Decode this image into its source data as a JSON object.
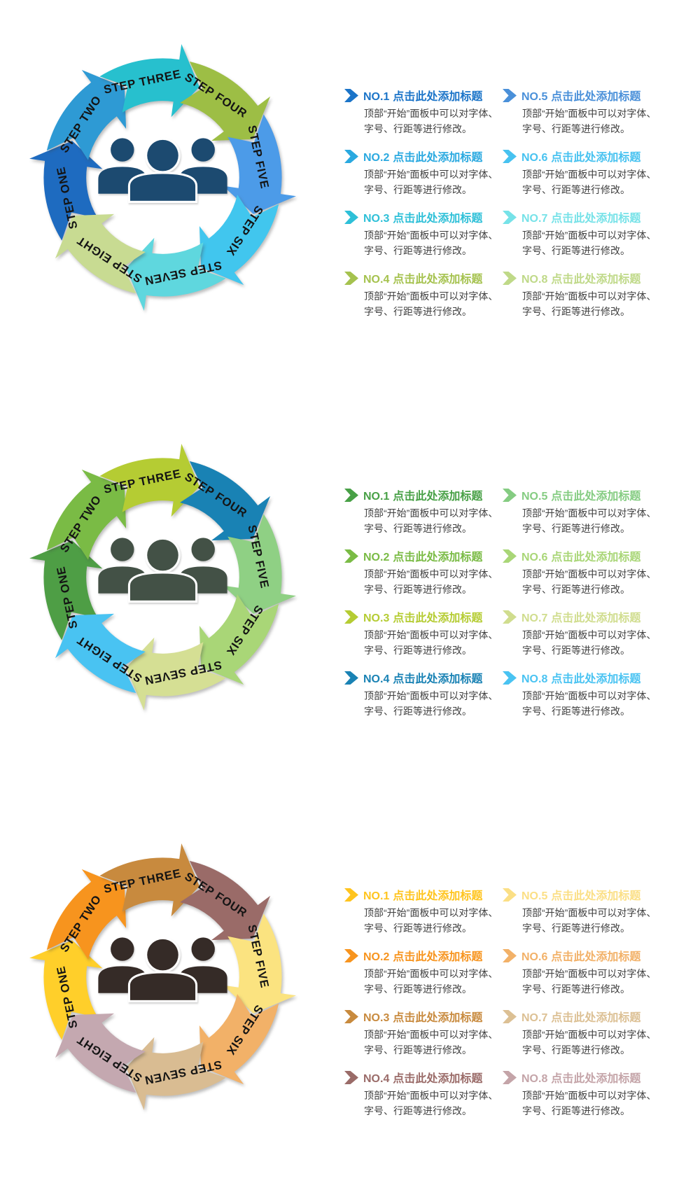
{
  "page": {
    "background": "#ffffff"
  },
  "shared": {
    "step_labels": [
      "STEP ONE",
      "STEP TWO",
      "STEP THREE",
      "STEP FOUR",
      "STEP FIVE",
      "STEP SIX",
      "STEP SEVEN",
      "STEP EIGHT"
    ],
    "item_title_suffix": "点击此处添加标题",
    "item_body_line1": "顶部“开始”面板中可以对字体、",
    "item_body_line2": "字号、行距等进行修改。",
    "step_label_color": "#141414",
    "body_text_color": "#3f3f3f"
  },
  "sections": [
    {
      "id": "cycle-blue",
      "icon_color": "#1c4a70",
      "arrow_colors": [
        "#1e6bc0",
        "#2e9ad4",
        "#27c0ce",
        "#9dbe45",
        "#4c9be8",
        "#41c6ee",
        "#5fd7de",
        "#c8db92"
      ],
      "items": [
        {
          "no": "NO.1",
          "color": "#1b74c8"
        },
        {
          "no": "NO.2",
          "color": "#2aa9e0"
        },
        {
          "no": "NO.3",
          "color": "#2ec0d8"
        },
        {
          "no": "NO.4",
          "color": "#a5c24e"
        },
        {
          "no": "NO.5",
          "color": "#4a90d9"
        },
        {
          "no": "NO.6",
          "color": "#47c2f0"
        },
        {
          "no": "NO.7",
          "color": "#76e2e8"
        },
        {
          "no": "NO.8",
          "color": "#bfd988"
        }
      ]
    },
    {
      "id": "cycle-green",
      "icon_color": "#435146",
      "arrow_colors": [
        "#4e9e45",
        "#7abb45",
        "#b5cc33",
        "#1982b4",
        "#8fd084",
        "#a9d677",
        "#d5df94",
        "#49c3f2"
      ],
      "items": [
        {
          "no": "NO.1",
          "color": "#48a046"
        },
        {
          "no": "NO.2",
          "color": "#7abb45"
        },
        {
          "no": "NO.3",
          "color": "#b5cc33"
        },
        {
          "no": "NO.4",
          "color": "#1982b4"
        },
        {
          "no": "NO.5",
          "color": "#85cc82"
        },
        {
          "no": "NO.6",
          "color": "#a9d677"
        },
        {
          "no": "NO.7",
          "color": "#d0dd8e"
        },
        {
          "no": "NO.8",
          "color": "#49c3f2"
        }
      ]
    },
    {
      "id": "cycle-orange",
      "icon_color": "#352b27",
      "arrow_colors": [
        "#ffcf2a",
        "#f7941e",
        "#c88a3e",
        "#9a6b68",
        "#fbe380",
        "#f2b168",
        "#d9bc92",
        "#c4a8b0"
      ],
      "items": [
        {
          "no": "NO.1",
          "color": "#ffc41e"
        },
        {
          "no": "NO.2",
          "color": "#f7941e"
        },
        {
          "no": "NO.3",
          "color": "#c88a3e"
        },
        {
          "no": "NO.4",
          "color": "#9a6b68"
        },
        {
          "no": "NO.5",
          "color": "#fbdf85"
        },
        {
          "no": "NO.6",
          "color": "#f2b168"
        },
        {
          "no": "NO.7",
          "color": "#dcc094"
        },
        {
          "no": "NO.8",
          "color": "#c4a4a8"
        }
      ]
    }
  ]
}
